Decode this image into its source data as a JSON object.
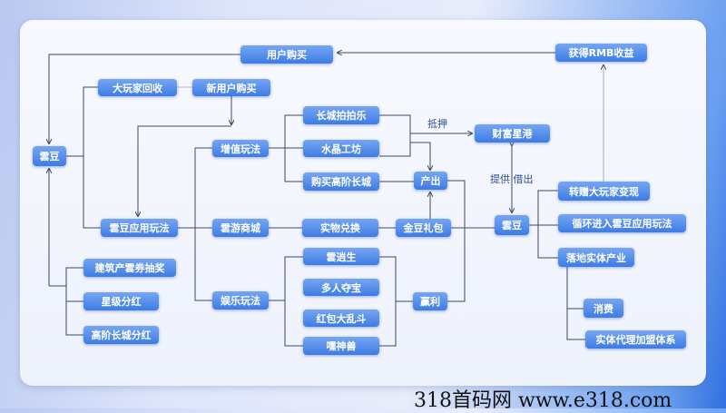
{
  "nodes": {
    "user_buy": "用户购买",
    "rmb": "获得RMB收益",
    "big_recycle": "大玩家回收",
    "new_user_buy": "新用户购买",
    "yundou_left": "雲豆",
    "ccppl": "长城拍拍乐",
    "sjgf": "水晶工坊",
    "zzwf": "增值玩法",
    "gmgjcc": "购买高阶长城",
    "cfxg": "财富星港",
    "chanchu": "产出",
    "zzdwjbx": "转赠大玩家变现",
    "ydyywf": "雲豆应用玩法",
    "yysc": "雲游商城",
    "swdh": "实物兑换",
    "jdlb": "金豆礼包",
    "yundou_right": "雲豆",
    "xhjr": "循环进入雲豆应用玩法",
    "ldstcy": "落地实体产业",
    "yxs": "雲逍生",
    "jzcyqcj": "建筑产雲券抽奖",
    "drdb": "多人夺宝",
    "ylwf": "娱乐玩法",
    "yingli": "赢利",
    "xjfh": "星级分红",
    "hbdld": "红包大乱斗",
    "gjccfh": "高阶长城分红",
    "hss": "嘿神兽",
    "xiaofei": "消费",
    "stdl": "实体代理加盟体系"
  },
  "labels": {
    "diya": "抵押",
    "tigong": "提供 借出"
  },
  "watermark": "318首码网  www.e318.com"
}
